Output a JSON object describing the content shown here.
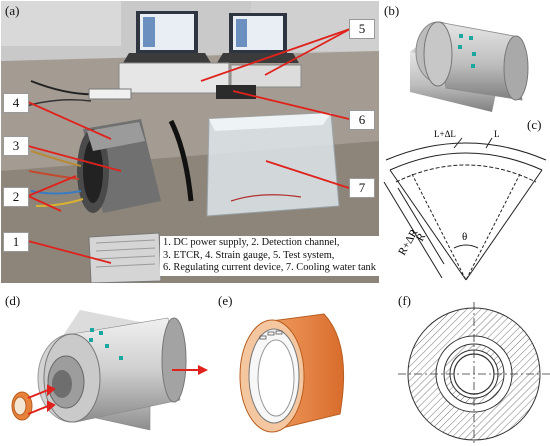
{
  "panels": {
    "a": "(a)",
    "b": "(b)",
    "c": "(c)",
    "d": "(d)",
    "e": "(e)",
    "f": "(f)"
  },
  "callouts": [
    "1",
    "2",
    "3",
    "4",
    "5",
    "6",
    "7"
  ],
  "legend": {
    "line1": "1. DC power supply, 2. Detection channel,",
    "line2": "3. ETCR, 4. Strain gauge, 5. Test system,",
    "line3": "6. Regulating current device, 7. Cooling water tank"
  },
  "diagram_c": {
    "label_l_delta": "L+ΔL",
    "label_l": "L",
    "label_r": "R",
    "label_r_delta": "R+ΔR",
    "label_theta": "θ"
  },
  "colors": {
    "gauge": "#19a7a0",
    "copper": "#e8823a",
    "arrow_red": "#e0221c",
    "metal_light": "#d8d8d8",
    "metal_dark": "#9a9a9a"
  }
}
